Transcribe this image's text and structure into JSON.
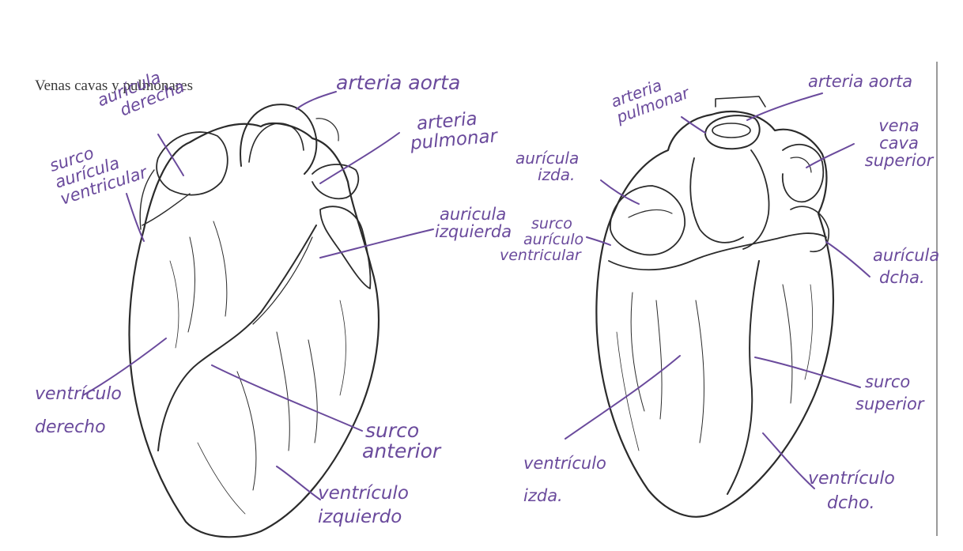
{
  "caption": "Venas cavas y pulmonares",
  "anterior_view": {
    "labels": {
      "auricula_derecha": [
        "aurícula",
        "derecha"
      ],
      "surco_auriculoventricular": [
        "surco",
        "aurícula",
        "ventricular"
      ],
      "arteria_aorta": [
        "arteria aorta"
      ],
      "arteria_pulmonar": [
        "arteria",
        "pulmonar"
      ],
      "auricula_izquierda": [
        "auricula",
        "izquierda"
      ],
      "ventriculo_derecho": [
        "ventrículo",
        "derecho"
      ],
      "surco_anterior": [
        "surco",
        "anterior"
      ],
      "ventriculo_izquierdo": [
        "ventrículo",
        "izquierdo"
      ]
    }
  },
  "posterior_view": {
    "labels": {
      "arteria_pulmonar": [
        "arteria",
        "pulmonar"
      ],
      "arteria_aorta": [
        "arteria aorta"
      ],
      "vena_cava_superior": [
        "vena",
        "cava",
        "superior"
      ],
      "auricula_izda": [
        "aurícula",
        "izda."
      ],
      "surco_auriculoventricular": [
        "surco",
        "aurículo",
        "ventricular"
      ],
      "auricula_dcha": [
        "aurícula",
        "dcha."
      ],
      "surco_superior": [
        "surco",
        "superior"
      ],
      "ventriculo_izda": [
        "ventrículo",
        "izda."
      ],
      "ventriculo_dcho": [
        "ventrículo",
        "dcho."
      ]
    }
  },
  "colors": {
    "ink_handwriting": "#6a4a9c",
    "ink_drawing": "#2b2b2b",
    "paper": "#ffffff"
  }
}
